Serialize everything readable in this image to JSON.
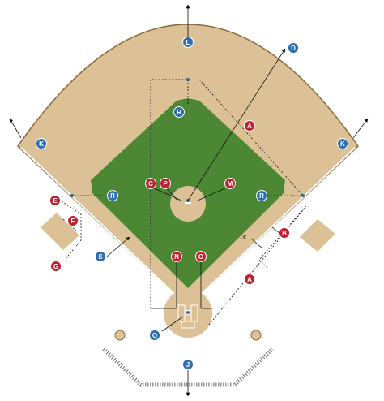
{
  "diagram": {
    "colors": {
      "dirt": "#dcc197",
      "dirt_edge": "#8a6a3a",
      "grass": "#4c8733",
      "blue_marker": "#2d6db2",
      "red_marker": "#c0202c",
      "line": "#111111"
    },
    "dimension_label": "3'",
    "markers": [
      {
        "id": "L",
        "color": "blue",
        "name": "marker-l"
      },
      {
        "id": "D",
        "color": "blue",
        "name": "marker-d"
      },
      {
        "id": "R",
        "color": "blue",
        "name": "marker-r-second-base"
      },
      {
        "id": "A",
        "color": "red",
        "name": "marker-a-outfield"
      },
      {
        "id": "K",
        "color": "blue",
        "name": "marker-k-left"
      },
      {
        "id": "K",
        "color": "blue",
        "name": "marker-k-right"
      },
      {
        "id": "C",
        "color": "red",
        "name": "marker-c"
      },
      {
        "id": "P",
        "color": "red",
        "name": "marker-p"
      },
      {
        "id": "M",
        "color": "red",
        "name": "marker-m"
      },
      {
        "id": "R",
        "color": "blue",
        "name": "marker-r-third-base"
      },
      {
        "id": "R",
        "color": "blue",
        "name": "marker-r-first-base"
      },
      {
        "id": "E",
        "color": "red",
        "name": "marker-e"
      },
      {
        "id": "F",
        "color": "red",
        "name": "marker-f"
      },
      {
        "id": "G",
        "color": "red",
        "name": "marker-g"
      },
      {
        "id": "B",
        "color": "red",
        "name": "marker-b"
      },
      {
        "id": "S",
        "color": "blue",
        "name": "marker-s"
      },
      {
        "id": "N",
        "color": "red",
        "name": "marker-n"
      },
      {
        "id": "O",
        "color": "red",
        "name": "marker-o"
      },
      {
        "id": "A",
        "color": "red",
        "name": "marker-a-baseline"
      },
      {
        "id": "Q",
        "color": "blue",
        "name": "marker-q"
      },
      {
        "id": "J",
        "color": "blue",
        "name": "marker-j"
      }
    ]
  }
}
